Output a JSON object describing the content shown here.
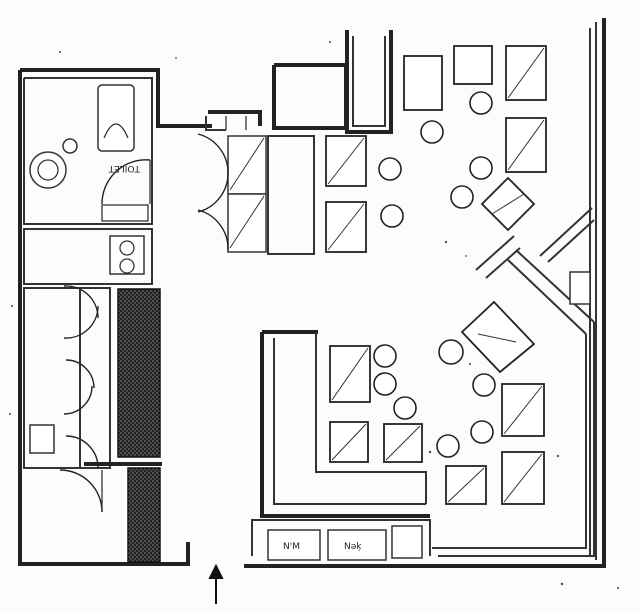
{
  "labels": {
    "toilet": "TOILET",
    "unit_left": "N'M",
    "unit_right": "Nəķ"
  },
  "colors": {
    "ink": "#222222",
    "paper": "#fcfcfa",
    "hatch": "#111111"
  },
  "icons": {
    "entrance_arrow": "entrance-arrow-icon"
  }
}
